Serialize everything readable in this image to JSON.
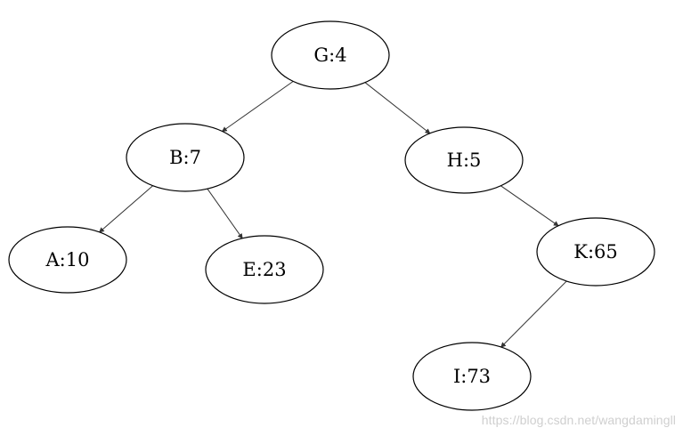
{
  "tree": {
    "nodes": [
      {
        "id": "G",
        "label": "G:4"
      },
      {
        "id": "B",
        "label": "B:7"
      },
      {
        "id": "H",
        "label": "H:5"
      },
      {
        "id": "A",
        "label": "A:10"
      },
      {
        "id": "E",
        "label": "E:23"
      },
      {
        "id": "K",
        "label": "K:65"
      },
      {
        "id": "I",
        "label": "I:73"
      }
    ],
    "edges": [
      {
        "from": "G",
        "to": "B"
      },
      {
        "from": "G",
        "to": "H"
      },
      {
        "from": "B",
        "to": "A"
      },
      {
        "from": "B",
        "to": "E"
      },
      {
        "from": "H",
        "to": "K"
      },
      {
        "from": "K",
        "to": "I"
      }
    ]
  },
  "watermark": "https://blog.csdn.net/wangdamingll",
  "colors": {
    "stroke": "#000000",
    "edge": "#333333",
    "watermark": "#cfcfcf",
    "background": "#ffffff"
  }
}
